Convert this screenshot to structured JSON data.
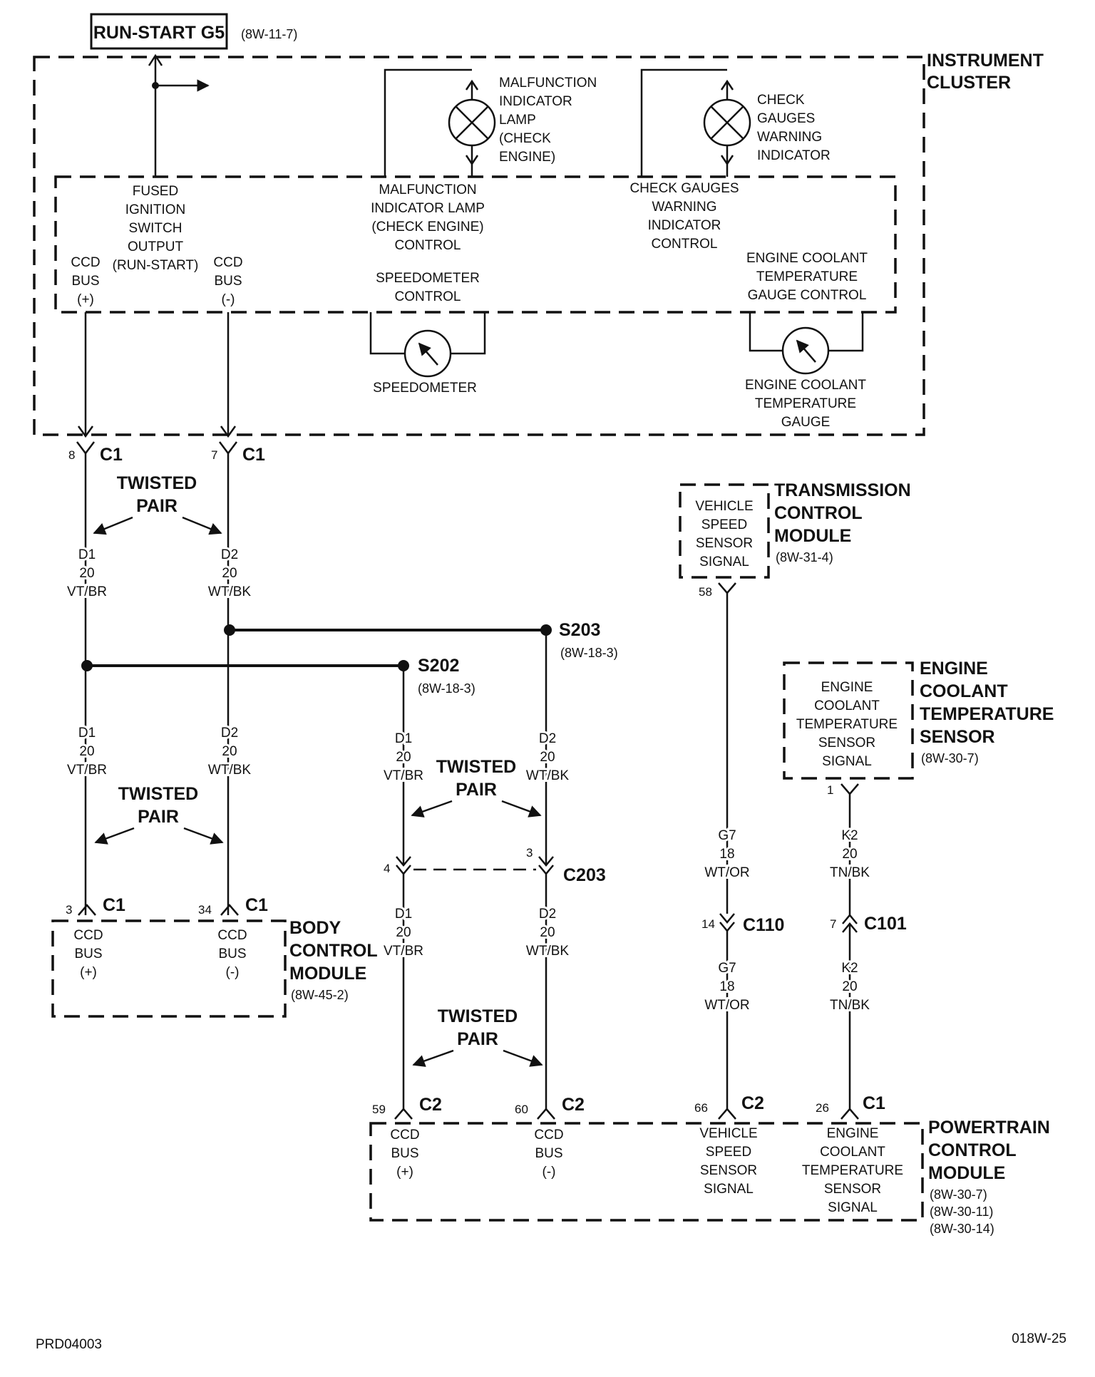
{
  "run_start": {
    "label": "RUN-START G5",
    "ref": "(8W-11-7)"
  },
  "instrument_cluster": {
    "title": [
      "INSTRUMENT",
      "CLUSTER"
    ],
    "mil_lamp": [
      "MALFUNCTION",
      "INDICATOR",
      "LAMP",
      "(CHECK",
      "ENGINE)"
    ],
    "check_gauges_indicator": [
      "CHECK",
      "GAUGES",
      "WARNING",
      "INDICATOR"
    ],
    "fused_ignition": [
      "FUSED",
      "IGNITION",
      "SWITCH",
      "OUTPUT",
      "(RUN-START)"
    ],
    "ccd_bus_plus": [
      "CCD",
      "BUS",
      "(+)"
    ],
    "ccd_bus_minus": [
      "CCD",
      "BUS",
      "(-)"
    ],
    "mil_control": [
      "MALFUNCTION",
      "INDICATOR LAMP",
      "(CHECK ENGINE)",
      "CONTROL"
    ],
    "speedometer_control": [
      "SPEEDOMETER",
      "CONTROL"
    ],
    "check_gauges_control": [
      "CHECK GAUGES",
      "WARNING",
      "INDICATOR",
      "CONTROL"
    ],
    "ect_gauge_control": [
      "ENGINE COOLANT",
      "TEMPERATURE",
      "GAUGE CONTROL"
    ],
    "speedometer": "SPEEDOMETER",
    "ect_gauge": [
      "ENGINE COOLANT",
      "TEMPERATURE",
      "GAUGE"
    ]
  },
  "connectors": {
    "c1": "C1",
    "c2": "C2",
    "c203": "C203",
    "c110": "C110",
    "c101": "C101",
    "s202": "S202",
    "s203": "S203"
  },
  "pins": {
    "ic_8": "8",
    "ic_7": "7",
    "tcm_58": "58",
    "ects_1": "1",
    "bcm_3": "3",
    "bcm_34": "34",
    "c203_4": "4",
    "c203_3": "3",
    "c110_14": "14",
    "c101_7": "7",
    "pcm_59": "59",
    "pcm_60": "60",
    "pcm_66": "66",
    "pcm_26": "26"
  },
  "splice_refs": {
    "s202": "(8W-18-3)",
    "s203": "(8W-18-3)"
  },
  "twisted_pair": [
    "TWISTED",
    "PAIR"
  ],
  "wires": {
    "d1": [
      "D1",
      "20",
      "VT/BR"
    ],
    "d2": [
      "D2",
      "20",
      "WT/BK"
    ],
    "g7": [
      "G7",
      "18",
      "WT/OR"
    ],
    "k2": [
      "K2",
      "20",
      "TN/BK"
    ]
  },
  "tcm": {
    "title": [
      "TRANSMISSION",
      "CONTROL",
      "MODULE"
    ],
    "ref": "(8W-31-4)",
    "signal": [
      "VEHICLE",
      "SPEED",
      "SENSOR",
      "SIGNAL"
    ]
  },
  "ects": {
    "title": [
      "ENGINE",
      "COOLANT",
      "TEMPERATURE",
      "SENSOR"
    ],
    "ref": "(8W-30-7)",
    "signal": [
      "ENGINE",
      "COOLANT",
      "TEMPERATURE",
      "SENSOR",
      "SIGNAL"
    ]
  },
  "bcm": {
    "title": [
      "BODY",
      "CONTROL",
      "MODULE"
    ],
    "ref": "(8W-45-2)",
    "ccd_plus": [
      "CCD",
      "BUS",
      "(+)"
    ],
    "ccd_minus": [
      "CCD",
      "BUS",
      "(-)"
    ]
  },
  "pcm": {
    "title": [
      "POWERTRAIN",
      "CONTROL",
      "MODULE"
    ],
    "refs": [
      "(8W-30-7)",
      "(8W-30-11)",
      "(8W-30-14)"
    ],
    "ccd_plus": [
      "CCD",
      "BUS",
      "(+)"
    ],
    "ccd_minus": [
      "CCD",
      "BUS",
      "(-)"
    ],
    "vss": [
      "VEHICLE",
      "SPEED",
      "SENSOR",
      "SIGNAL"
    ],
    "ects": [
      "ENGINE",
      "COOLANT",
      "TEMPERATURE",
      "SENSOR",
      "SIGNAL"
    ]
  },
  "footer": {
    "left": "PRD04003",
    "right": "018W-25"
  }
}
